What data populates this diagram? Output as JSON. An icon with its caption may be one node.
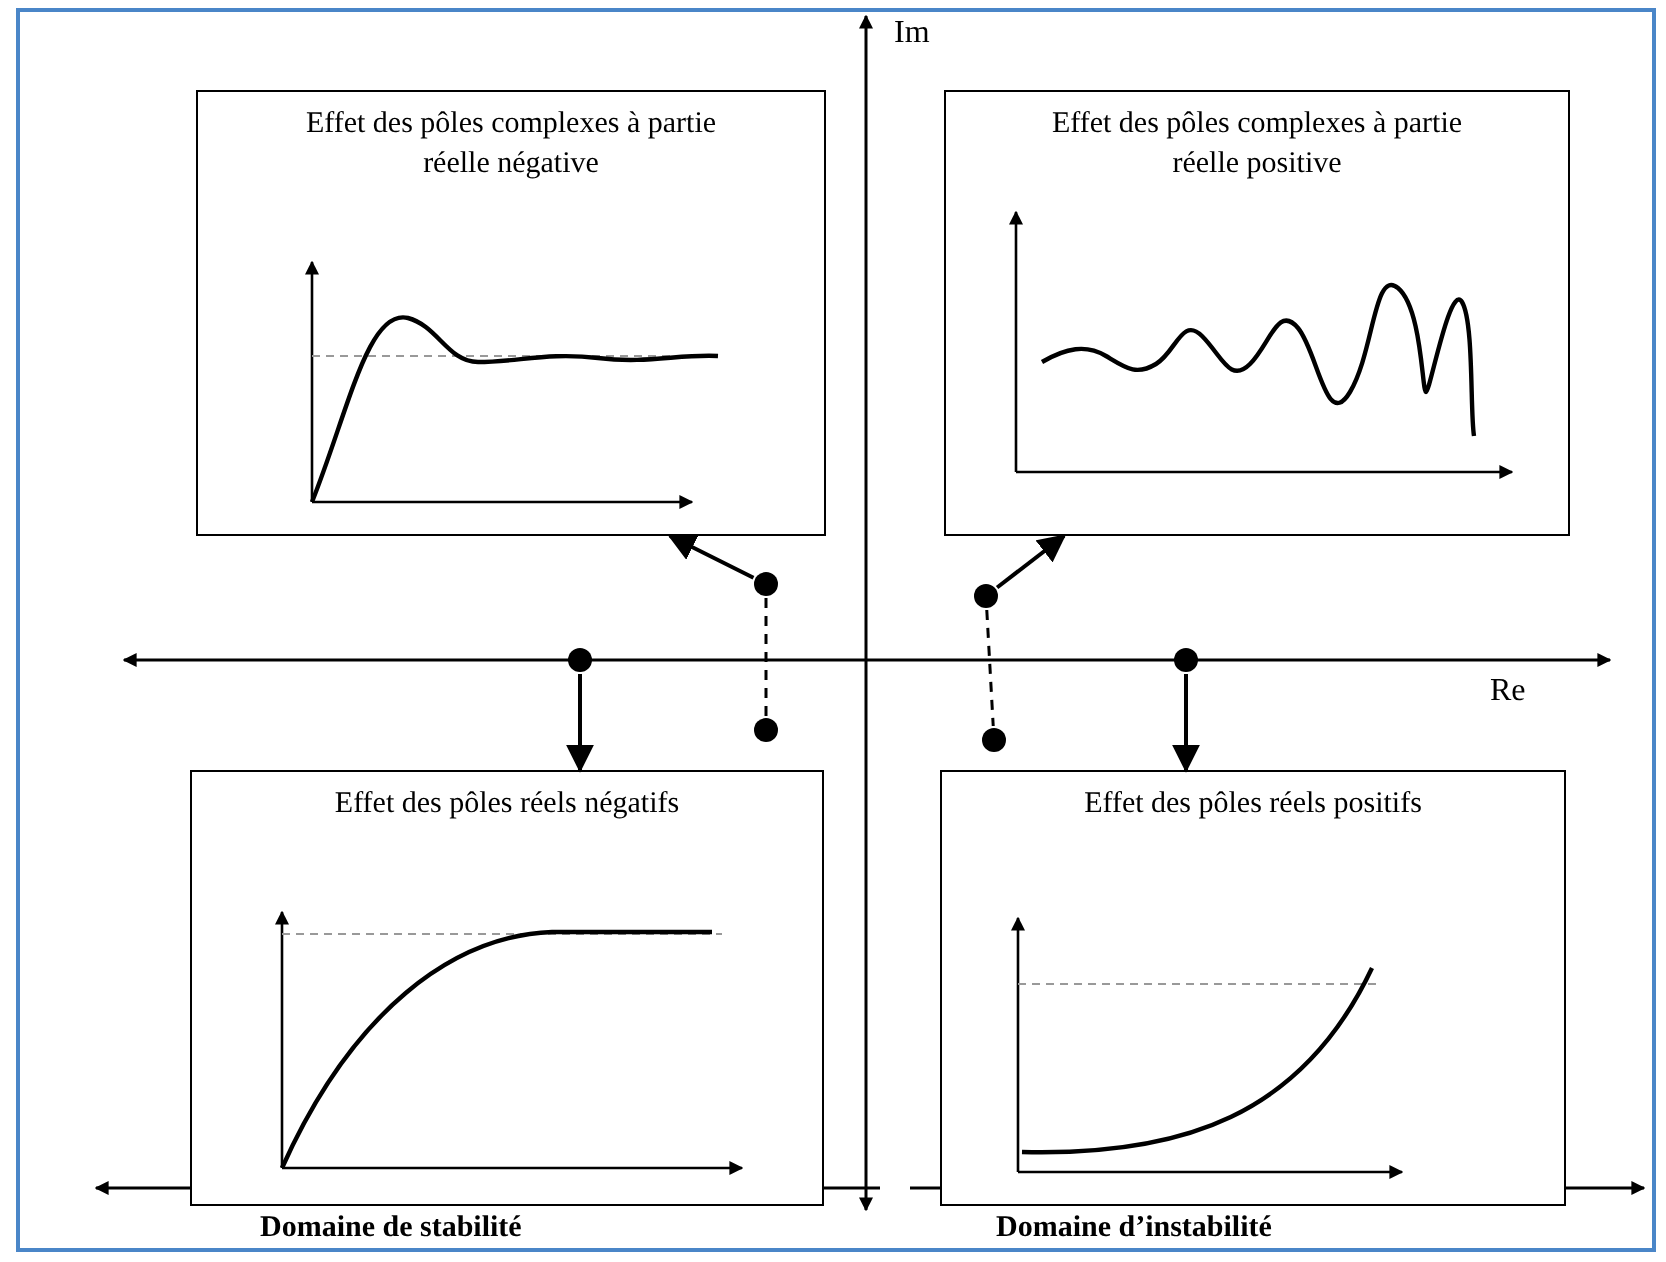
{
  "diagram": {
    "nodes": [
      {
        "text": [
          "Effet des pôles complexes à partie réelle négative"
        ]
      },
      {
        "text": [
          "Effet des pôles complexes à partie réelle positive"
        ]
      },
      {
        "text": [
          "Effet des pôles réels négatifs"
        ]
      },
      {
        "text": [
          "Effet des pôles réels positifs"
        ]
      },
      {
        "text": [],
        "shape": "circle"
      },
      {
        "text": [],
        "shape": "circle"
      },
      {
        "text": [],
        "shape": "circle"
      },
      {
        "text": [],
        "shape": "circle"
      },
      {
        "text": [],
        "shape": "circle"
      },
      {
        "text": [],
        "shape": "circle"
      }
    ],
    "edges": [
      {
        "from": 4,
        "to": 0,
        "arrow": "to"
      },
      {
        "from": 5,
        "to": 1,
        "arrow": "to"
      },
      {
        "from": 6,
        "to": 2,
        "arrow": "to"
      },
      {
        "from": 7,
        "to": 3,
        "arrow": "to"
      },
      {
        "from": 4,
        "to": 8,
        "arrow": "none",
        "style": "dashed"
      },
      {
        "from": 5,
        "to": 9,
        "arrow": "none",
        "style": "dashed"
      }
    ],
    "labels": [
      "Im",
      "Re",
      "Domaine de stabilité",
      "Domaine d’instabilité"
    ]
  }
}
